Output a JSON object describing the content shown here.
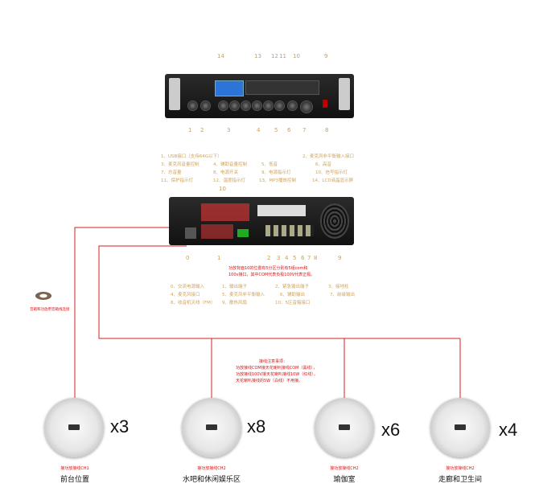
{
  "front_panel": {
    "top_numbers": [
      "14",
      "13",
      "12",
      "11",
      "10",
      "9"
    ],
    "bottom_numbers": [
      "1",
      "2",
      "3",
      "4",
      "5",
      "6",
      "7",
      "8"
    ],
    "legend": [
      [
        "1、USB接口（支持64G以下）",
        "",
        "",
        "2、麦克风非平衡输入接口"
      ],
      [
        "3、麦克风音量控制",
        "4、辅助音量控制",
        "5、低音",
        "6、高音"
      ],
      [
        "7、总音量",
        "8、电源开关",
        "9、电源指示灯",
        "10、信号指示灯"
      ],
      [
        "11、保护指示灯",
        "12、温度指示灯",
        "13、MP3播放控制",
        "14、LCD液晶显示屏"
      ]
    ]
  },
  "rear_panel": {
    "top_number": "10",
    "bottom_numbers": [
      "0",
      "1",
      "2",
      "3",
      "4",
      "5",
      "6",
      "7",
      "8",
      "9"
    ],
    "note": [
      "功放背面10的位置有5分区分别有5组com和",
      "100v接口，其中COM代表负极100V代表正极。"
    ],
    "legend": [
      [
        "0、交流电源输入",
        "1、输出端子",
        "2、紧急输出端子",
        "3、接地柱"
      ],
      [
        "4、麦克风接口",
        "5、麦克风非平衡输入",
        "6、辅助输出",
        "7、前级输出"
      ],
      [
        "8、收音机天线（FM）",
        "9、散热风扇",
        "10、5区音箱接口",
        ""
      ]
    ]
  },
  "cable": {
    "label": "音箱和功放用音箱线连接"
  },
  "wiring_note": [
    "接线注意事项：",
    "功放接线COM接天花喇叭接线COM（黑线），",
    "功放接线100V接天花喇叭接线10W（红线），",
    "天花喇叭接线的5W（白线）不用接。"
  ],
  "zones": [
    {
      "channel": "接功放接线CH1",
      "name": "前台位置",
      "count": "x3"
    },
    {
      "channel": "接功放接线CH2",
      "name": "水吧和休闲娱乐区",
      "count": "x8"
    },
    {
      "channel": "接功放接线CH2",
      "name": "瑜伽室",
      "count": "x6"
    },
    {
      "channel": "接功放接线CH2",
      "name": "走廊和卫生间",
      "count": "x4"
    }
  ],
  "colors": {
    "wire": "#d42020",
    "legend": "#d2a35a"
  }
}
